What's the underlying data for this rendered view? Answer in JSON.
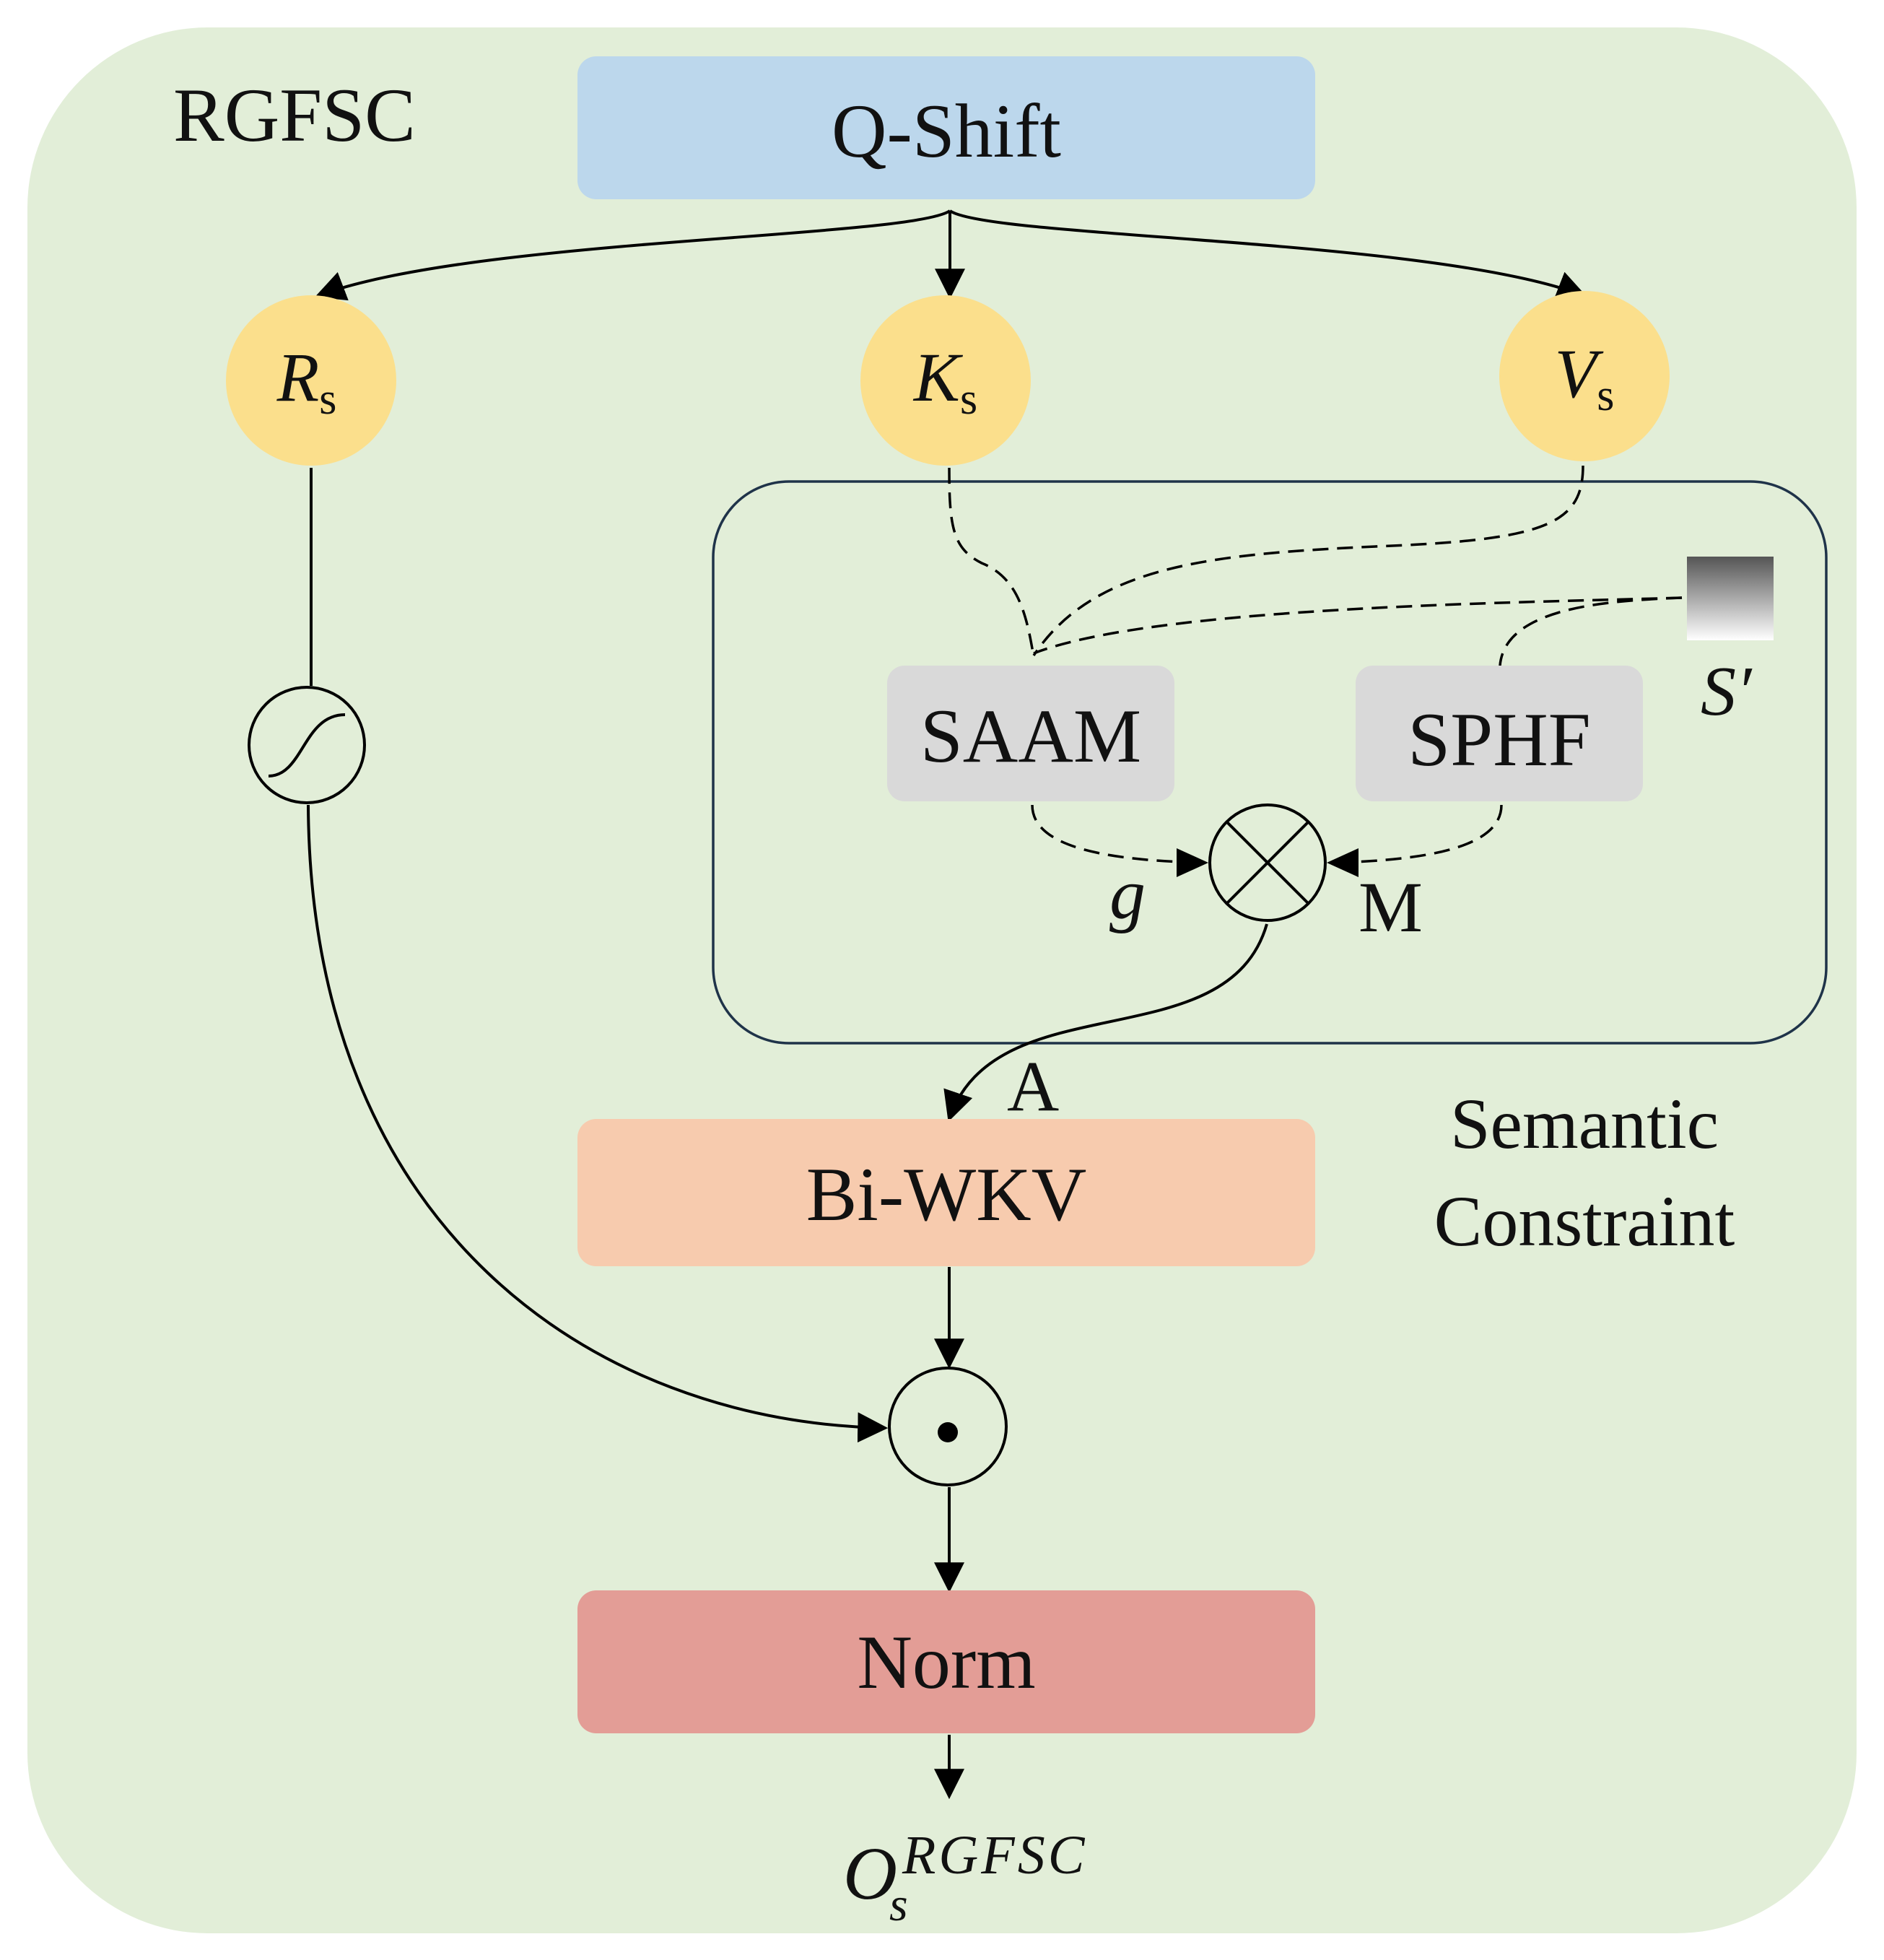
{
  "diagram": {
    "title": "RGFSC",
    "blocks": {
      "qshift": "Q-Shift",
      "biwkv": "Bi-WKV",
      "norm": "Norm",
      "saam": "SAAM",
      "sphf": "SPHF"
    },
    "nodes": {
      "r": {
        "main": "R",
        "sub": "s"
      },
      "k": {
        "main": "K",
        "sub": "s"
      },
      "v": {
        "main": "V",
        "sub": "s"
      }
    },
    "labels": {
      "g": "g",
      "m": "M",
      "a": "A",
      "s_prime": "S′",
      "semantic_line1": "Semantic",
      "semantic_line2": "Constraint"
    },
    "output": {
      "main": "O",
      "sub": "s",
      "sup": "RGFSC"
    },
    "colors": {
      "background": "#e2eed8",
      "qshift": "#bcd7ec",
      "biwkv": "#f7cbae",
      "norm": "#e39d96",
      "node": "#fbdf8c",
      "module": "#d9d9d9",
      "constraint_border": "#1f3349"
    }
  }
}
